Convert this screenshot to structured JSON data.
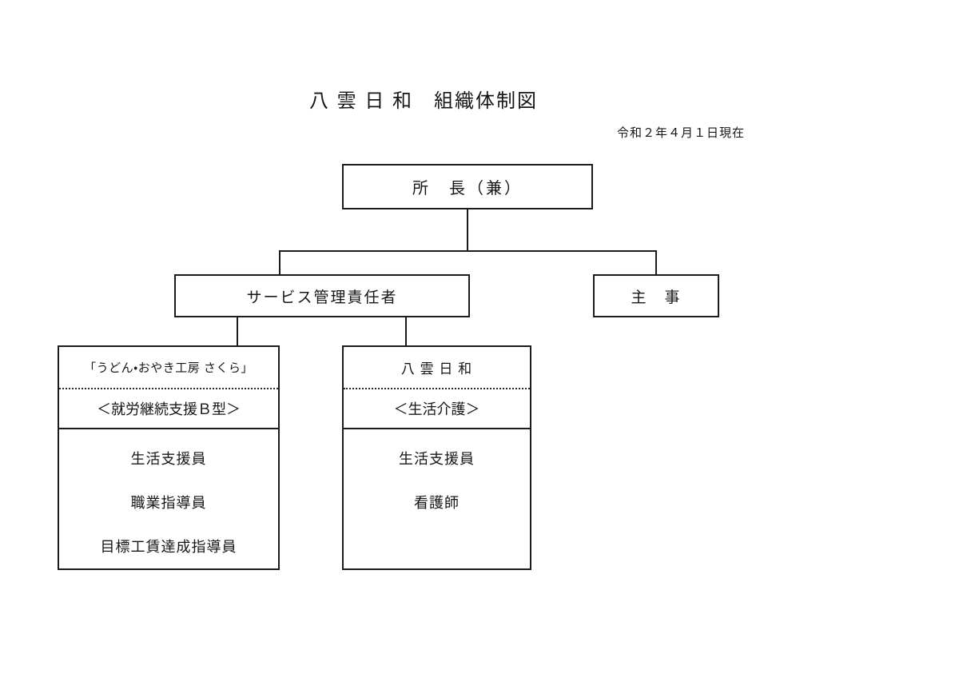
{
  "page": {
    "title": "八 雲 日 和　組織体制図",
    "date_note": "令和２年４月１日現在"
  },
  "org": {
    "director": {
      "label": "所　長（兼）"
    },
    "service_manager": {
      "label": "サービス管理責任者"
    },
    "chief": {
      "label": "主　事"
    },
    "left_group": {
      "name": "「うどん・おやき工房 さくら」",
      "service_type": "＜就労継続支援Ｂ型＞",
      "staff": [
        "生活支援員",
        "職業指導員",
        "目標工賃達成指導員"
      ]
    },
    "right_group": {
      "name": "八 雲 日 和",
      "service_type": "＜生活介護＞",
      "staff": [
        "生活支援員",
        "看護師",
        ""
      ]
    }
  },
  "colors": {
    "line": "#1c1c1c",
    "text": "#161616",
    "background": "#ffffff"
  }
}
